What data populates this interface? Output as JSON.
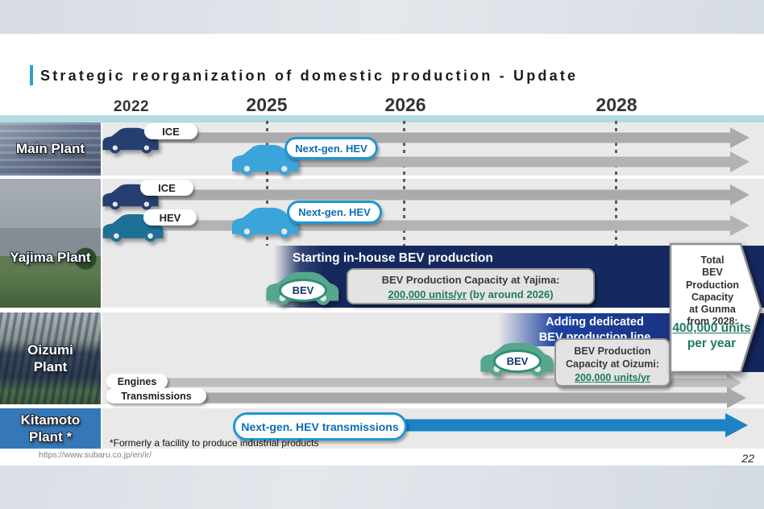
{
  "slide": {
    "title": "Strategic reorganization of domestic production - Update",
    "footnote": "*Formerly a facility to produce industrial products",
    "url": "https://www.subaru.co.jp/en/ir/",
    "page_number": "22"
  },
  "timeline": {
    "years": [
      {
        "label": "2022"
      },
      {
        "label": "2025"
      },
      {
        "label": "2026"
      },
      {
        "label": "2028"
      }
    ]
  },
  "plants": [
    {
      "label": "Main Plant"
    },
    {
      "label": "Yajima Plant"
    },
    {
      "label": "Oizumi Plant"
    },
    {
      "label": "Kitamoto Plant *"
    }
  ],
  "main_plant": {
    "ice_label": "ICE",
    "nextgen_hev_label": "Next-gen. HEV"
  },
  "yajima_plant": {
    "ice_label": "ICE",
    "hev_label": "HEV",
    "nextgen_hev_label": "Next-gen. HEV",
    "banner_title": "Starting in-house BEV production",
    "bev_badge": "BEV",
    "capacity_title": "BEV Production Capacity at Yajima:",
    "capacity_value": "200,000 units/yr",
    "capacity_suffix": " (by around 2026)"
  },
  "oizumi_plant": {
    "banner_lines": [
      "Adding dedicated",
      "BEV production line"
    ],
    "bev_badge": "BEV",
    "capacity_title": "BEV Production Capacity at Oizumi:",
    "capacity_value": "200,000 units/yr",
    "engines_label": "Engines",
    "transmissions_label": "Transmissions"
  },
  "kitamoto_plant": {
    "pill_label": "Next-gen. HEV transmissions"
  },
  "total_panel": {
    "title_lines": [
      "Total",
      "BEV Production",
      "Capacity",
      "at Gunma",
      "from 2028:"
    ],
    "value": "400,000 units",
    "unit": "per year"
  },
  "colors": {
    "accent_blue": "#2d9fd0",
    "cyan_bar": "#b5dae2",
    "navy_banner": "#16295f",
    "royal_banner": "#1d41a0",
    "teal_value": "#1e7a64",
    "car_ice": "#273f70",
    "car_hev": "#1f7096",
    "car_nextgen": "#3ba4da",
    "car_bev": "#57a68f",
    "arrow_gray": "#ababab",
    "arrow_blue": "#1d83c4",
    "kitamoto_bg": "#3578b8"
  }
}
